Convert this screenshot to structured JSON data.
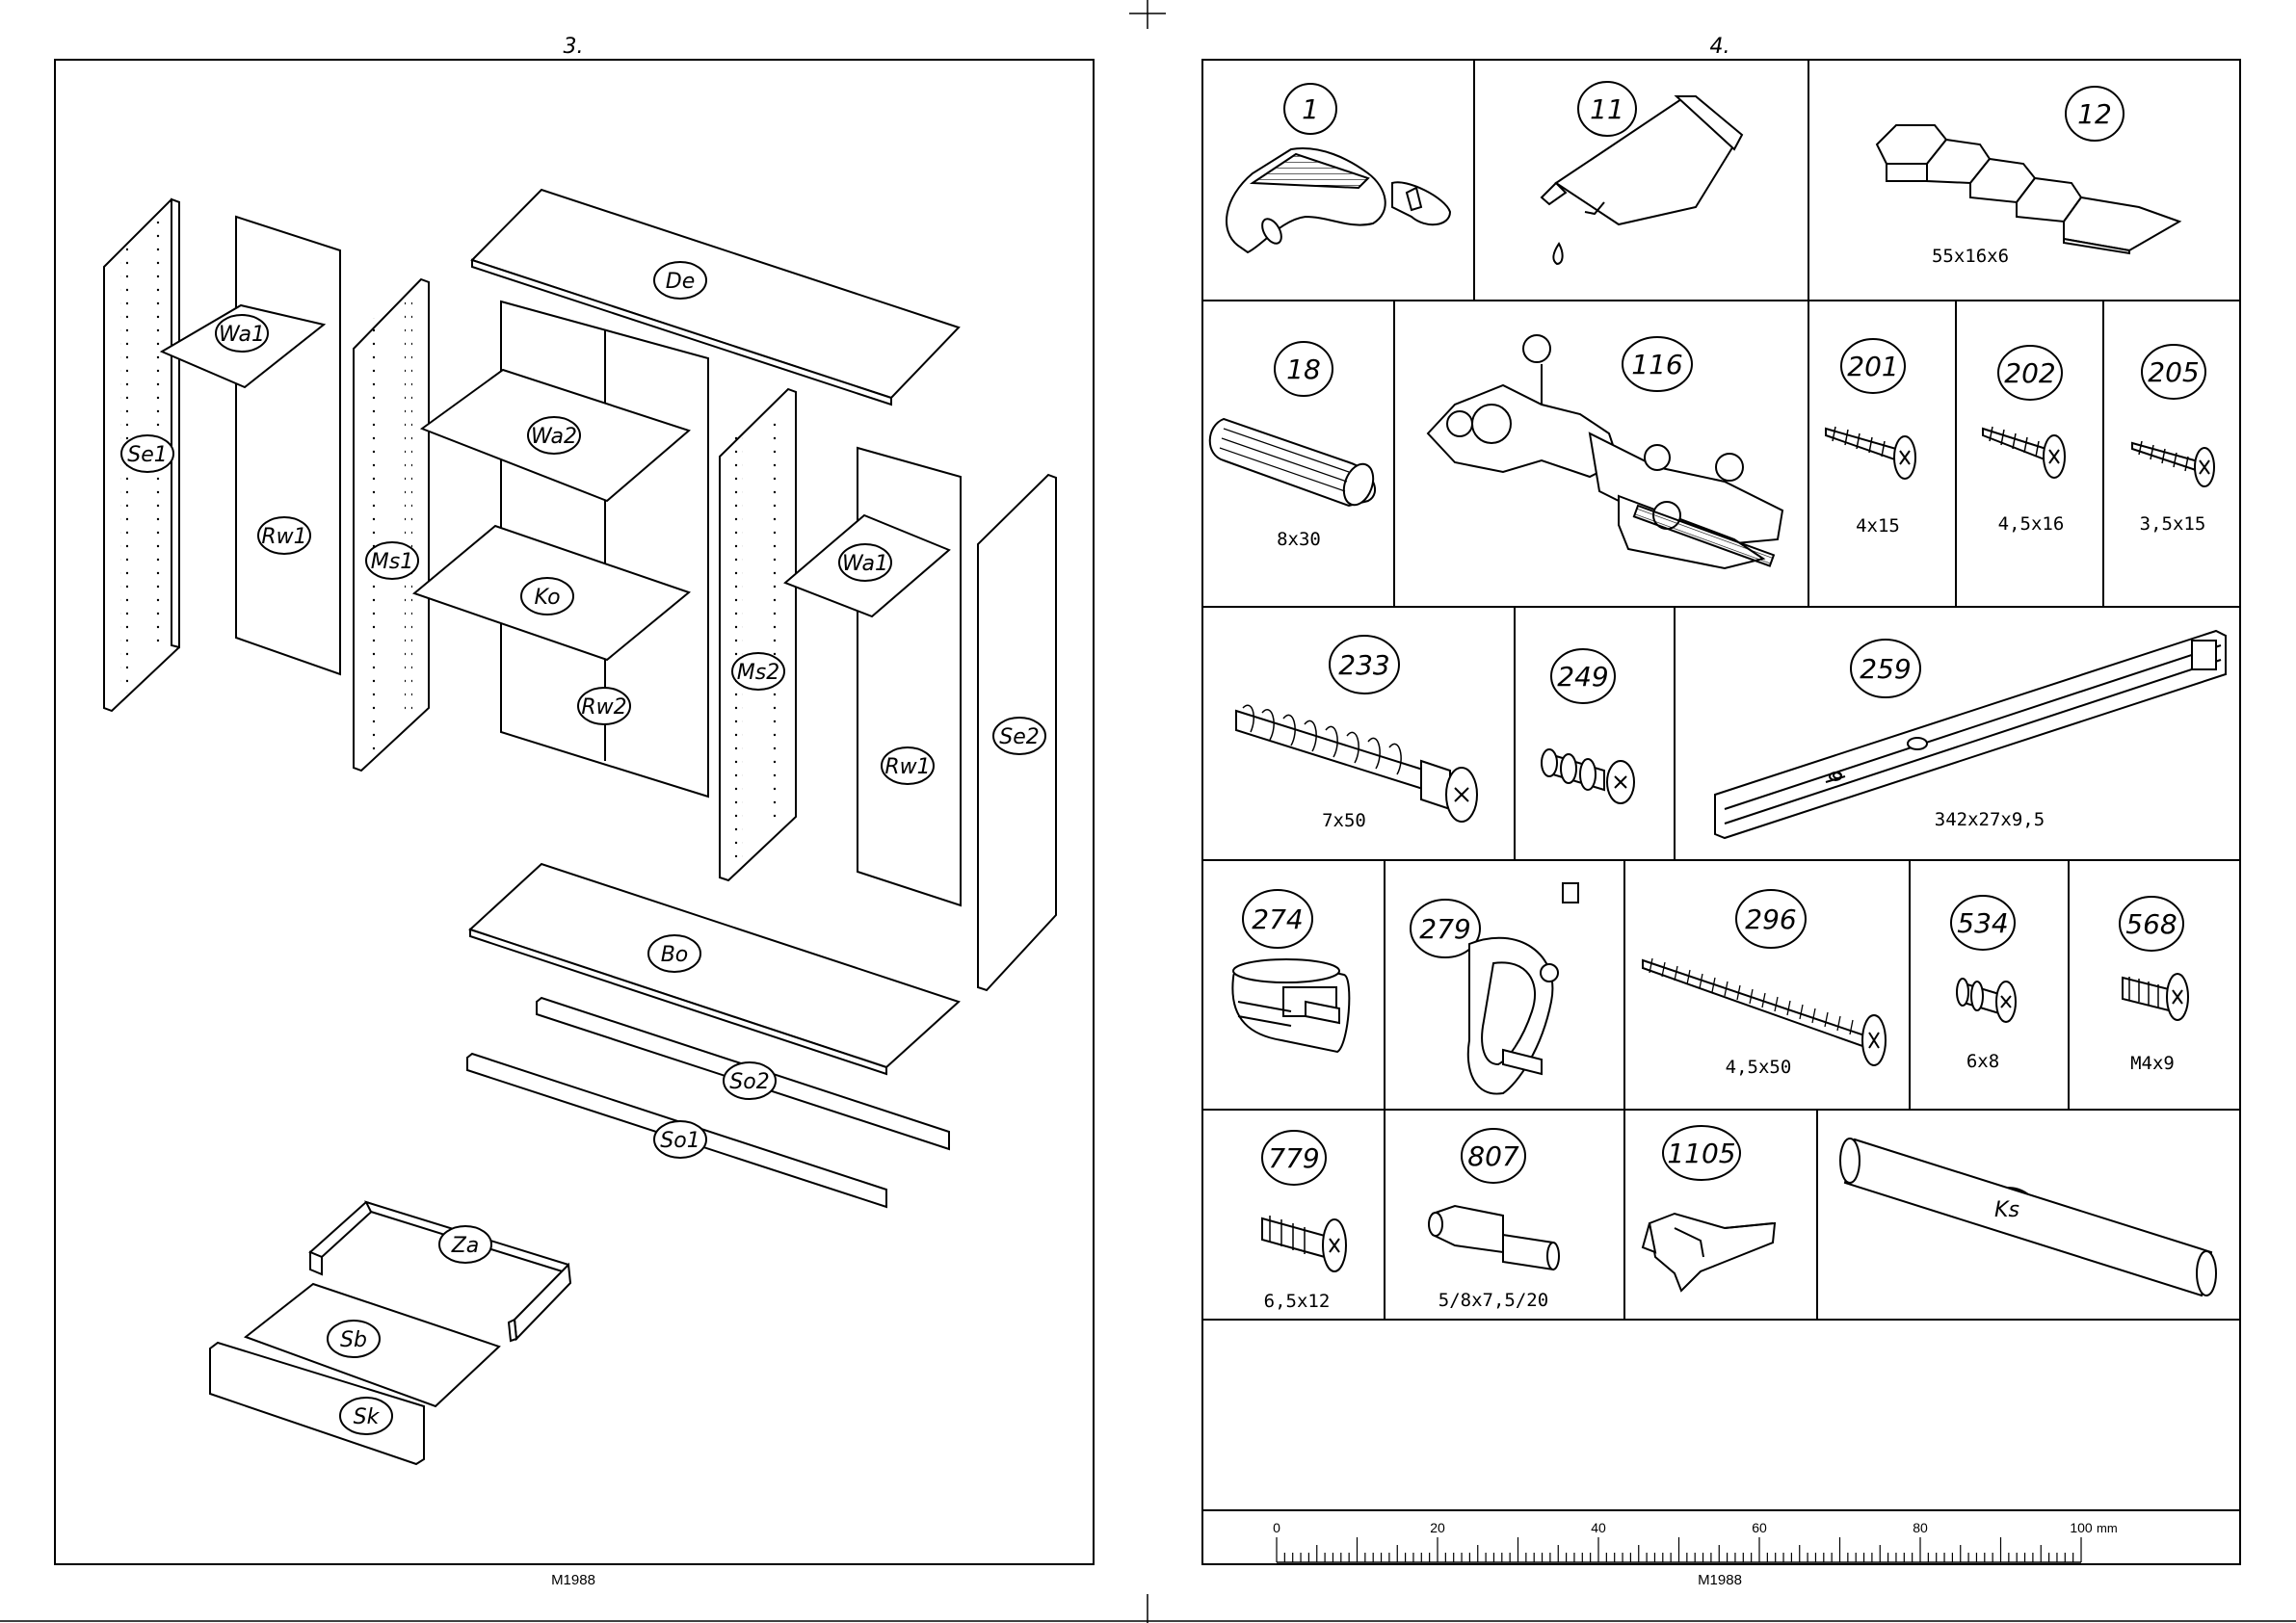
{
  "pages": [
    {
      "number": "3.",
      "code": "M1988",
      "panels": [
        {
          "label": "Se1"
        },
        {
          "label": "Wa1"
        },
        {
          "label": "Rw1"
        },
        {
          "label": "Ms1"
        },
        {
          "label": "De"
        },
        {
          "label": "Wa2"
        },
        {
          "label": "Ko"
        },
        {
          "label": "Rw2"
        },
        {
          "label": "Ms2"
        },
        {
          "label": "Wa1"
        },
        {
          "label": "Rw1"
        },
        {
          "label": "Se2"
        },
        {
          "label": "Bo"
        },
        {
          "label": "So2"
        },
        {
          "label": "So1"
        },
        {
          "label": "Za"
        },
        {
          "label": "Sb"
        },
        {
          "label": "Sk"
        }
      ]
    },
    {
      "number": "4.",
      "code": "M1988",
      "parts": [
        {
          "num": "1",
          "size": "",
          "icon": "cam-lock-icon"
        },
        {
          "num": "11",
          "size": "",
          "icon": "glue-tube-icon"
        },
        {
          "num": "12",
          "size": "55x16x6",
          "icon": "spacer-wedges-icon"
        },
        {
          "num": "18",
          "size": "8x30",
          "icon": "dowel-icon"
        },
        {
          "num": "116",
          "size": "",
          "icon": "hinge-icon"
        },
        {
          "num": "201",
          "size": "4x15",
          "icon": "screw-icon"
        },
        {
          "num": "202",
          "size": "4,5x16",
          "icon": "screw-icon"
        },
        {
          "num": "205",
          "size": "3,5x15",
          "icon": "screw-icon"
        },
        {
          "num": "233",
          "size": "7x50",
          "icon": "cam-bolt-icon"
        },
        {
          "num": "249",
          "size": "",
          "icon": "connector-bolt-icon"
        },
        {
          "num": "259",
          "size": "342x27x9,5",
          "icon": "drawer-rail-icon"
        },
        {
          "num": "274",
          "size": "",
          "icon": "cam-housing-icon"
        },
        {
          "num": "279",
          "size": "",
          "icon": "rod-holder-icon"
        },
        {
          "num": "296",
          "size": "4,5x50",
          "icon": "long-screw-icon"
        },
        {
          "num": "534",
          "size": "6x8",
          "icon": "euro-screw-icon"
        },
        {
          "num": "568",
          "size": "M4x9",
          "icon": "machine-screw-icon"
        },
        {
          "num": "779",
          "size": "6,5x12",
          "icon": "euro-screw-icon"
        },
        {
          "num": "807",
          "size": "5/8x7,5/20",
          "icon": "shelf-pin-icon"
        },
        {
          "num": "1105",
          "size": "",
          "icon": "shelf-support-icon"
        },
        {
          "num": "Ks",
          "size": "",
          "icon": "clothes-rod-icon"
        }
      ],
      "ruler": {
        "labels": [
          "0",
          "20",
          "40",
          "60",
          "80",
          "100"
        ],
        "unit": "mm"
      }
    }
  ]
}
